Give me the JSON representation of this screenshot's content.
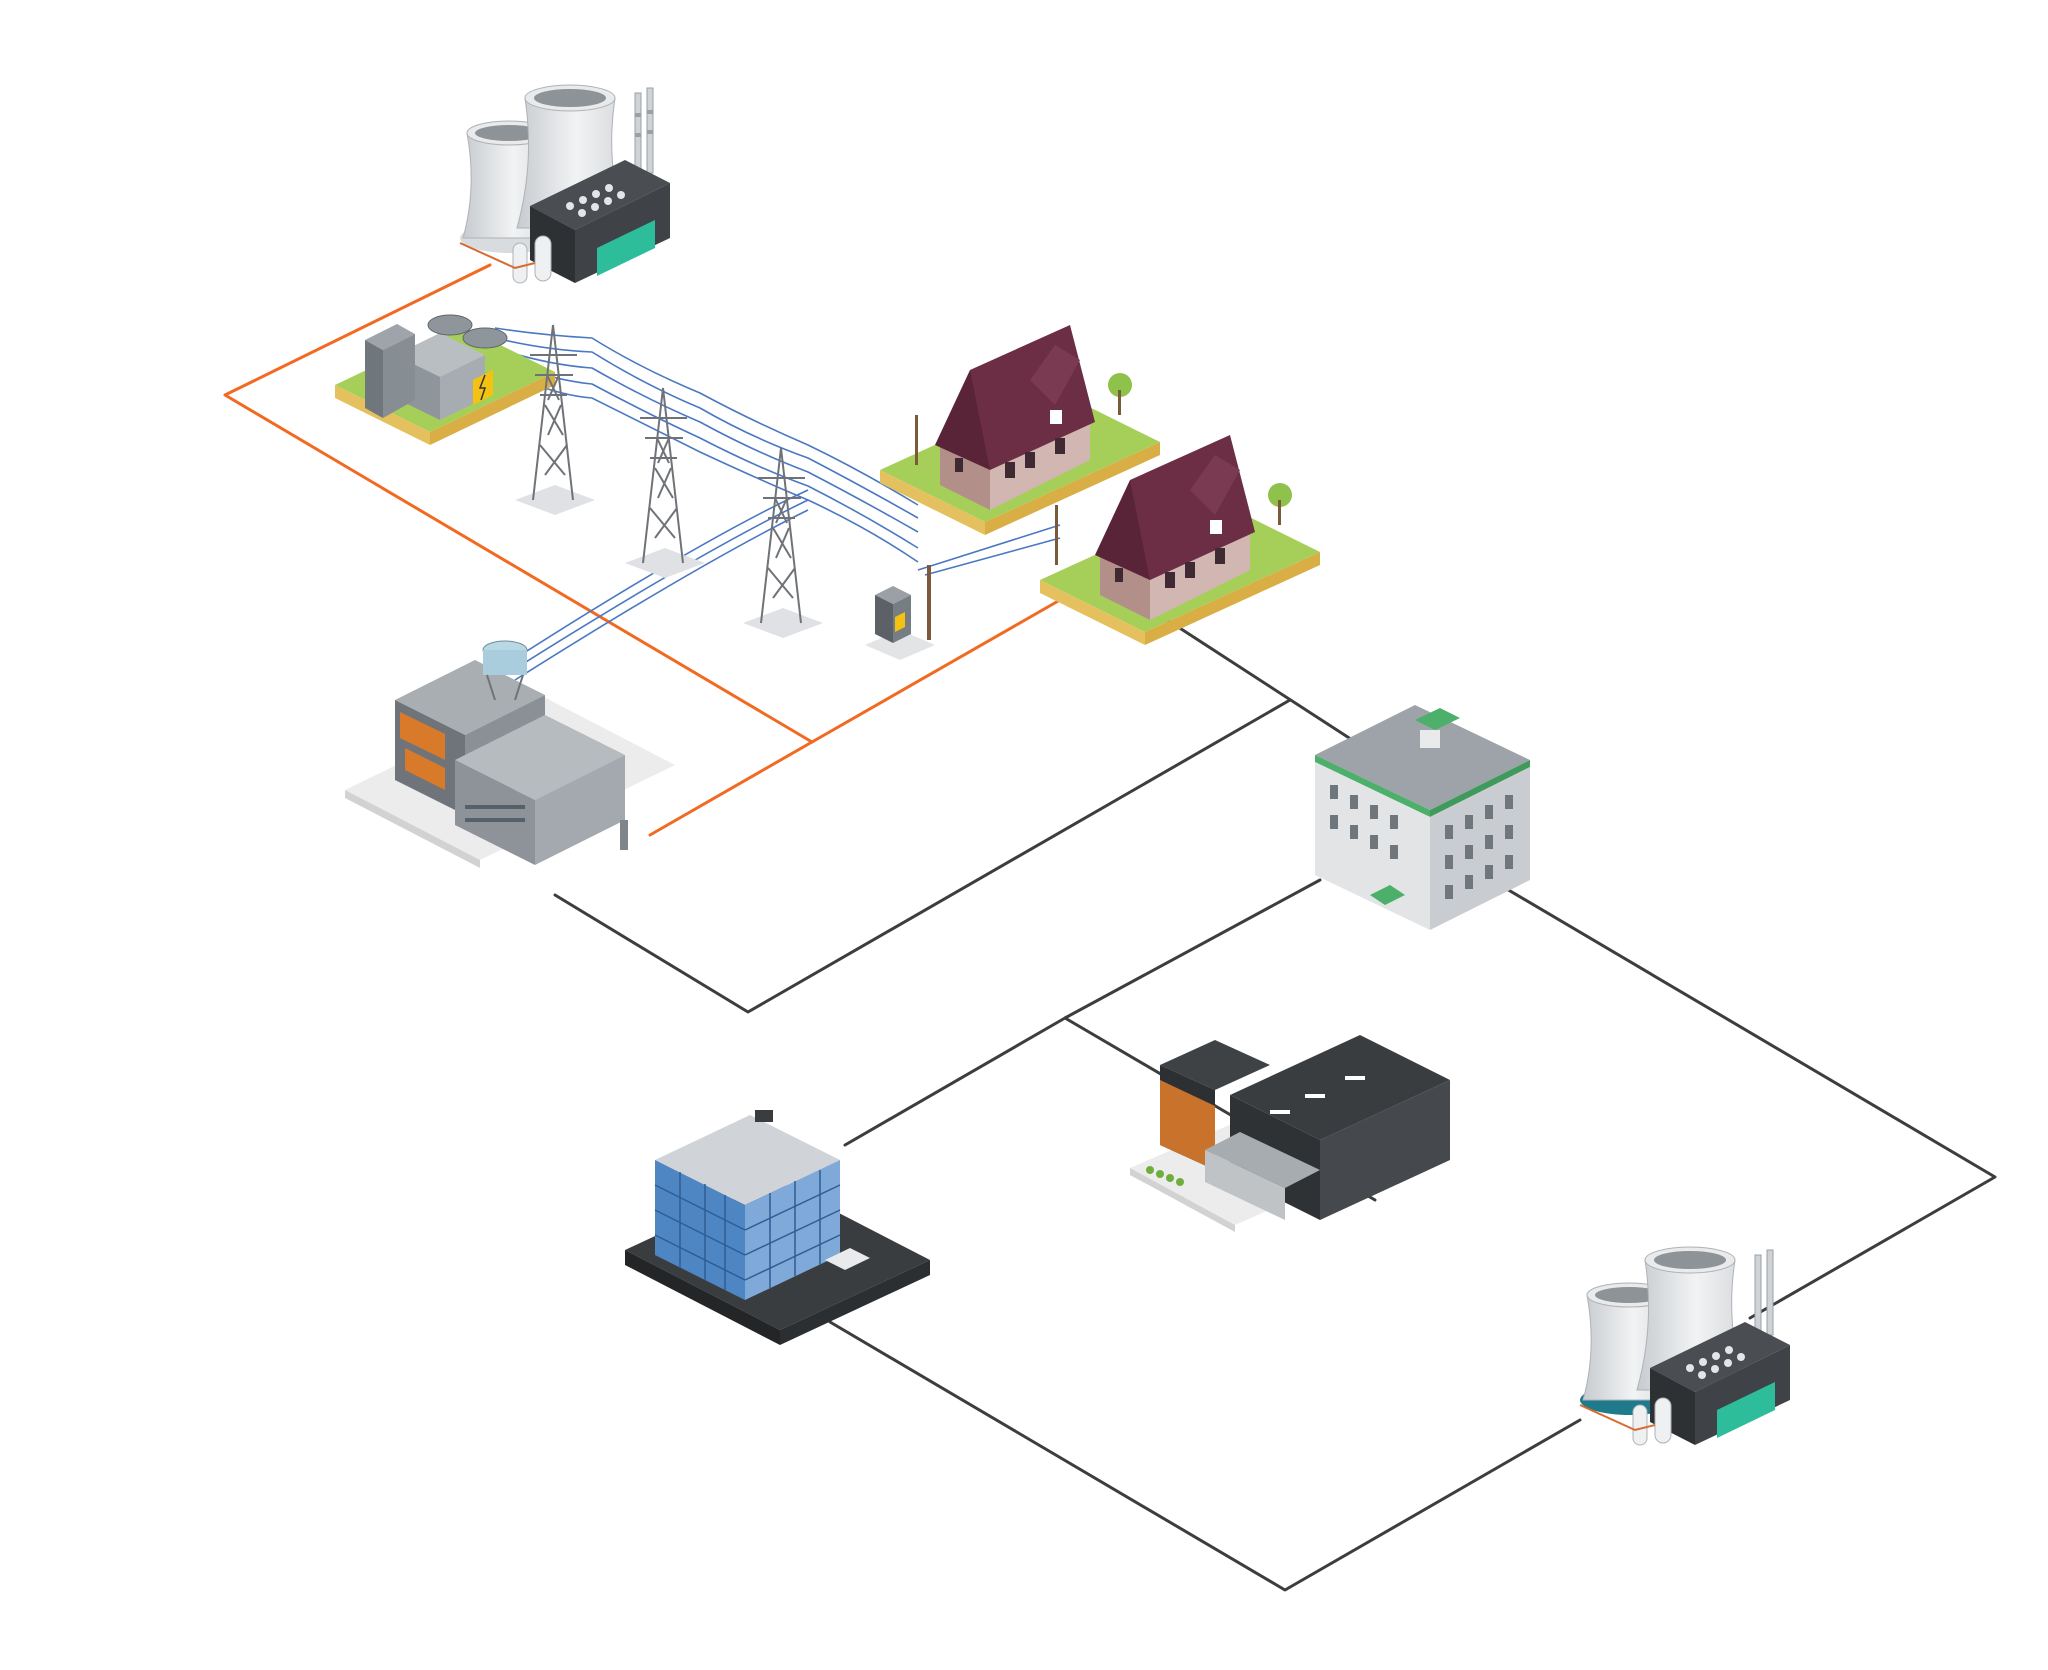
{
  "diagram": {
    "colors": {
      "background": "#ffffff",
      "primary_line": "#f26a21",
      "secondary_line": "#3d3d3d",
      "cable": "#4a78c2",
      "grass": "#a6cf5a",
      "grass_side": "#e9c86a",
      "roof": "#6b2e45",
      "brick": "#c9a8a3",
      "concrete": "#9ea3a8",
      "dark_building": "#3f4245",
      "glass": "#4e86c4",
      "green_trim": "#4caf6a",
      "tower_steel": "#8c8f93"
    },
    "nodes": [
      {
        "id": "power-plant-top",
        "icon": "nuclear-power-plant-icon"
      },
      {
        "id": "substation",
        "icon": "electrical-substation-icon"
      },
      {
        "id": "tower-1",
        "icon": "transmission-tower-icon"
      },
      {
        "id": "tower-2",
        "icon": "transmission-tower-icon"
      },
      {
        "id": "tower-3",
        "icon": "transmission-tower-icon"
      },
      {
        "id": "transformer",
        "icon": "transformer-box-icon"
      },
      {
        "id": "house-1",
        "icon": "house-icon"
      },
      {
        "id": "house-2",
        "icon": "house-icon"
      },
      {
        "id": "factory-main",
        "icon": "factory-icon"
      },
      {
        "id": "apartment",
        "icon": "apartment-building-icon"
      },
      {
        "id": "warehouse",
        "icon": "warehouse-icon"
      },
      {
        "id": "office",
        "icon": "office-building-icon"
      },
      {
        "id": "power-plant-bottom",
        "icon": "nuclear-power-plant-icon"
      }
    ],
    "connections": [
      {
        "from": "power-plant-top",
        "to": "factory-main",
        "kind": "primary"
      },
      {
        "from": "factory-main",
        "to": "house-2",
        "kind": "primary"
      },
      {
        "from": "house-2",
        "to": "apartment",
        "kind": "secondary"
      },
      {
        "from": "factory-main",
        "to": "apartment",
        "kind": "secondary"
      },
      {
        "from": "apartment",
        "to": "office",
        "kind": "secondary"
      },
      {
        "from": "apartment",
        "to": "power-plant-bottom",
        "kind": "secondary"
      },
      {
        "from": "warehouse",
        "to": "power-plant-bottom",
        "kind": "secondary"
      },
      {
        "from": "office",
        "to": "power-plant-bottom",
        "kind": "secondary"
      }
    ]
  }
}
